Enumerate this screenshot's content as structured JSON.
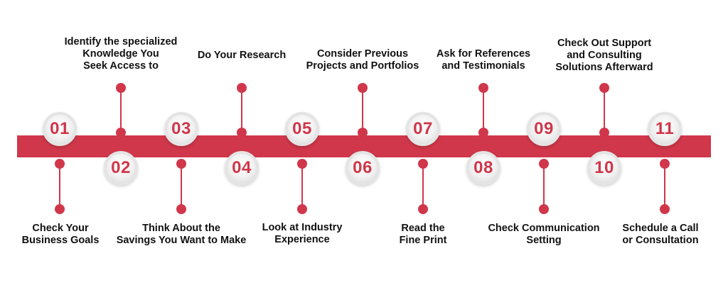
{
  "colors": {
    "accent": "#d0374a",
    "text": "#111111",
    "badge": "#f1f1f1"
  },
  "steps": [
    {
      "num": "01",
      "label": "Check Your\nBusiness Goals"
    },
    {
      "num": "02",
      "label": "Identify the specialized\nKnowledge You\nSeek Access to"
    },
    {
      "num": "03",
      "label": "Think About the\nSavings You Want to Make"
    },
    {
      "num": "04",
      "label": "Do Your Research"
    },
    {
      "num": "05",
      "label": "Look at Industry\nExperience"
    },
    {
      "num": "06",
      "label": "Consider Previous\nProjects and Portfolios"
    },
    {
      "num": "07",
      "label": "Read the\nFine Print"
    },
    {
      "num": "08",
      "label": "Ask for References\nand Testimonials"
    },
    {
      "num": "09",
      "label": "Check Communication\nSetting"
    },
    {
      "num": "10",
      "label": "Check Out Support\nand Consulting\nSolutions Afterward"
    },
    {
      "num": "11",
      "label": "Schedule a Call\nor Consultation"
    }
  ]
}
